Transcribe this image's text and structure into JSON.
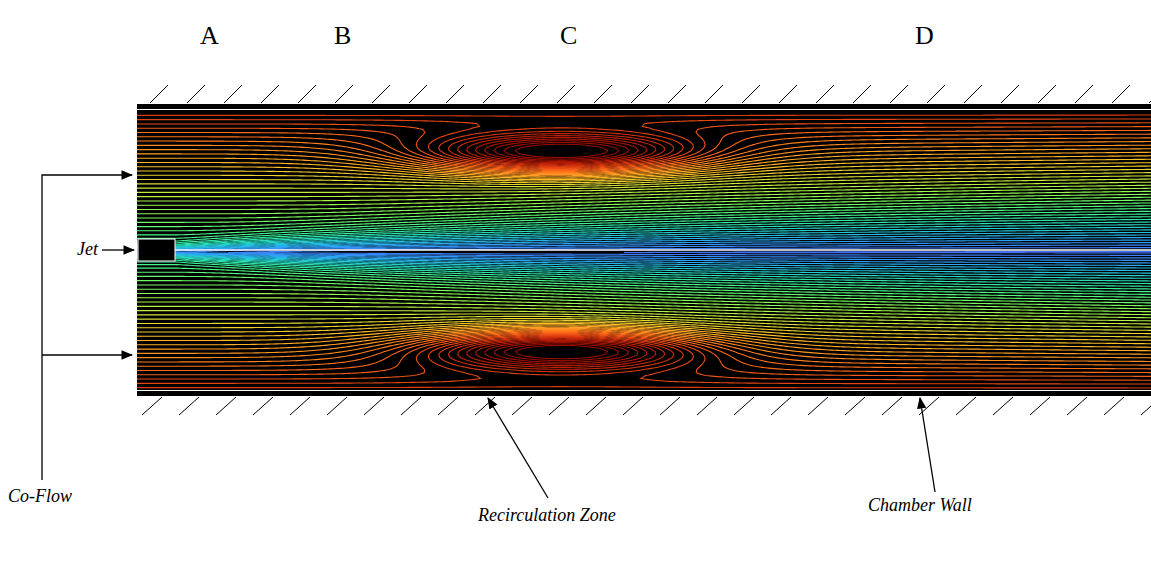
{
  "diagram": {
    "labels": [
      "A",
      "B",
      "C",
      "D",
      "Jet",
      "Co-Flow",
      "Recirculation Zone",
      "Chamber Wall"
    ]
  }
}
